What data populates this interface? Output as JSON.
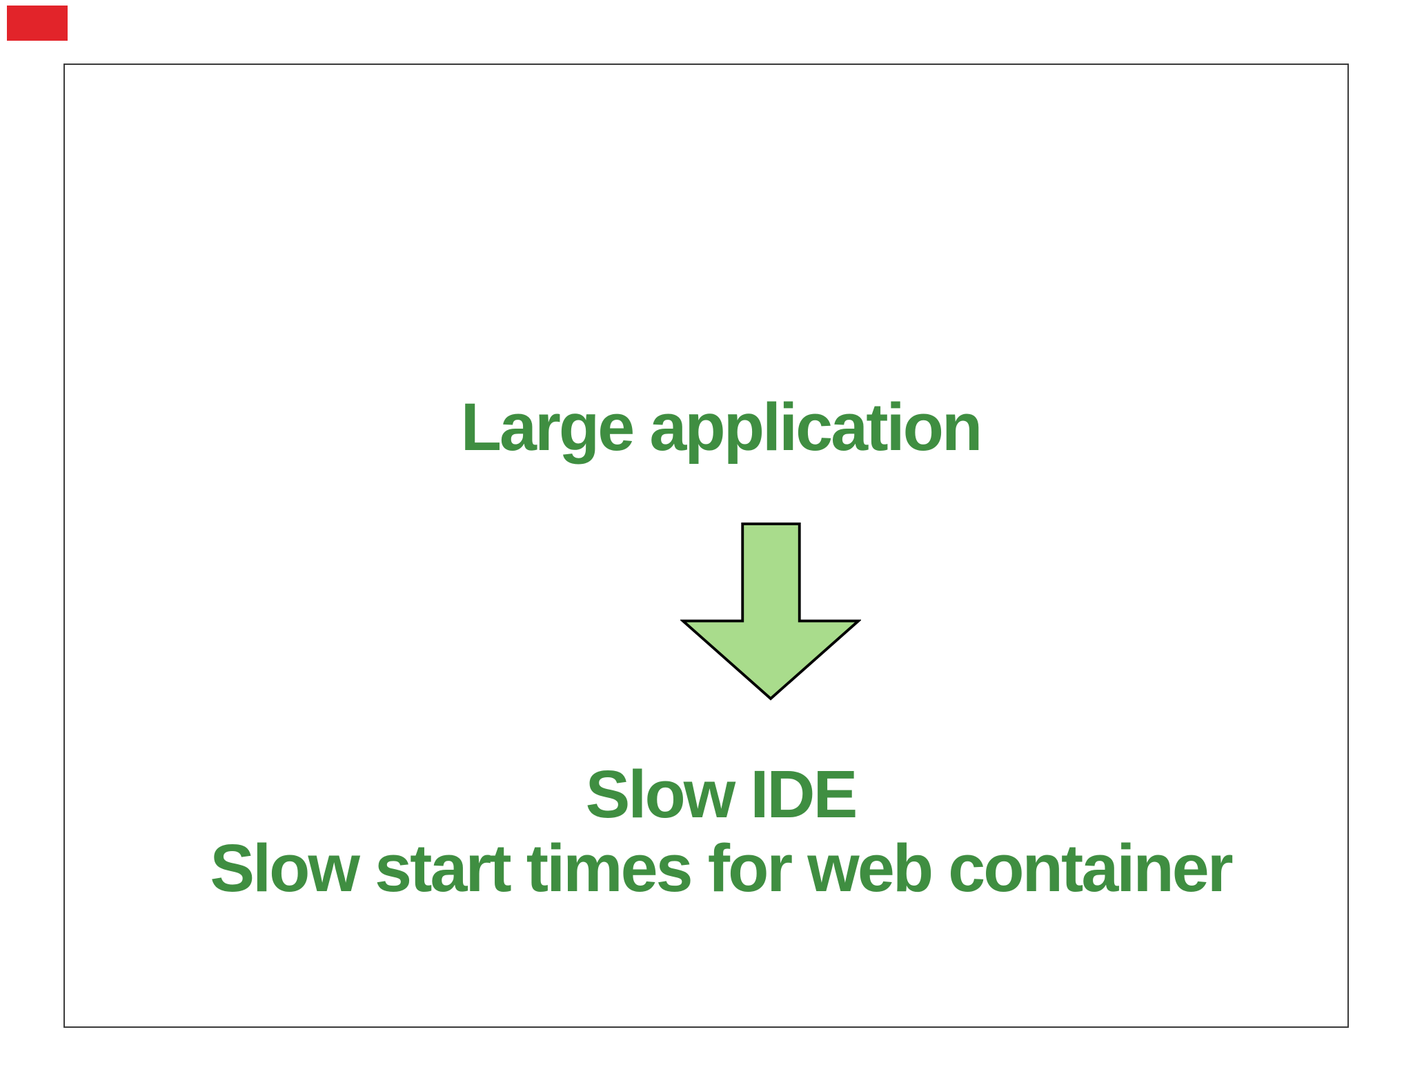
{
  "slide": {
    "cause_text": "Large application",
    "effect_lines": {
      "line1": "Slow IDE",
      "line2": "Slow start times for web container"
    },
    "icons": {
      "arrow": "down-arrow-icon"
    },
    "colors": {
      "text_green": "#3f8e41",
      "arrow_fill": "#a9dc8c",
      "arrow_stroke": "#000000",
      "frame_border": "#3a3a3a",
      "corner_mark_red": "#e2242a",
      "background": "#ffffff"
    }
  }
}
